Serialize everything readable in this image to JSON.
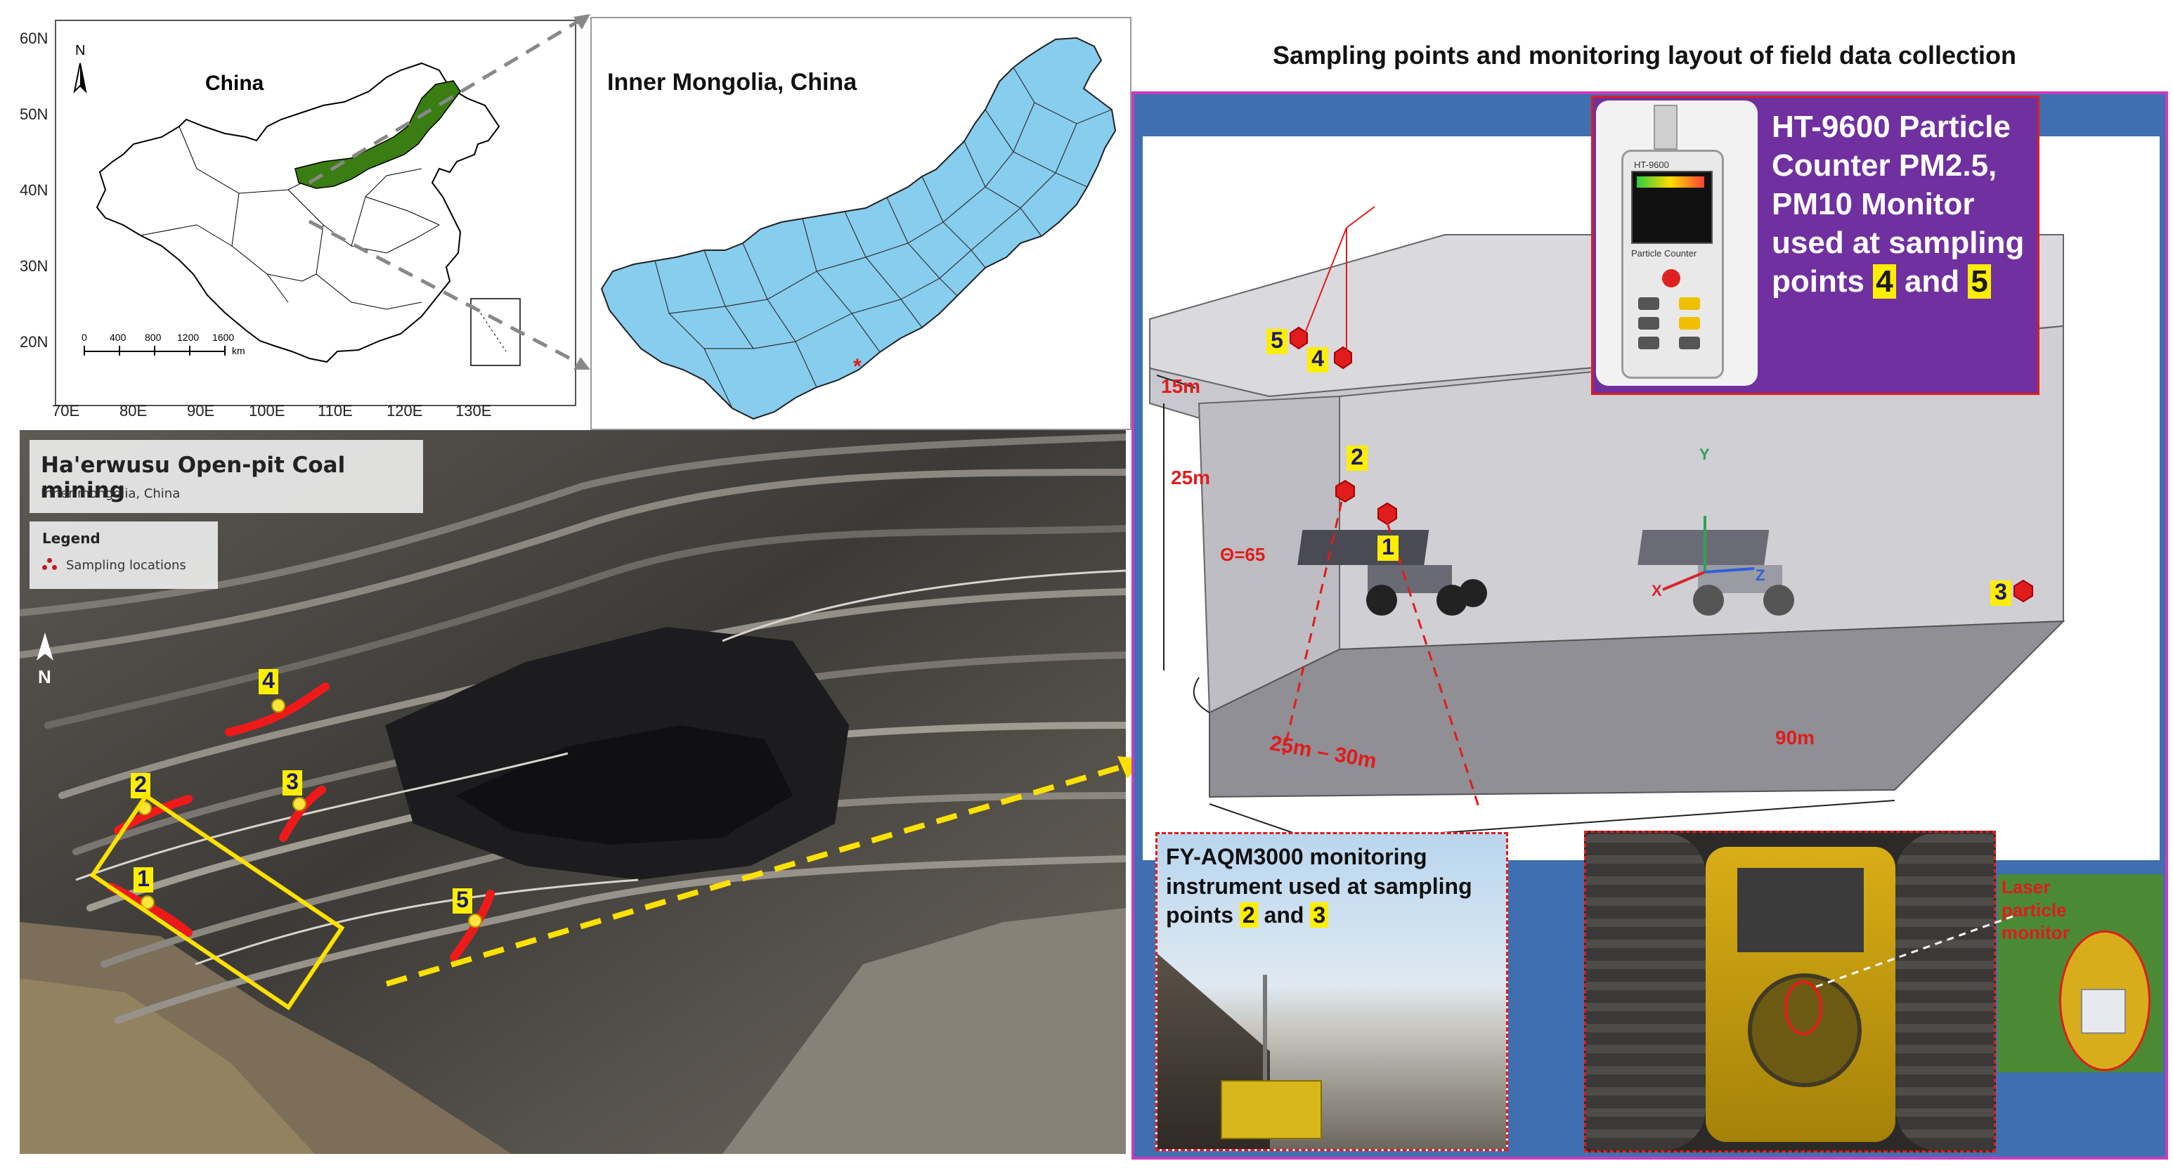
{
  "figure_title": "Sampling points and monitoring layout of field data collection",
  "china_map": {
    "title": "China",
    "north_label": "N",
    "lat_ticks": [
      "60N",
      "50N",
      "40N",
      "30N",
      "20N"
    ],
    "lon_ticks": [
      "70E",
      "80E",
      "90E",
      "100E",
      "110E",
      "120E",
      "130E"
    ],
    "scale_ticks": [
      "0",
      "400",
      "800",
      "1200",
      "1600"
    ],
    "scale_unit": "km",
    "highlight_color": "#3a7d12"
  },
  "mongolia_map": {
    "title": "Inner Mongolia, China",
    "fill_color": "#87cdee",
    "marker": "*"
  },
  "mine_photo": {
    "title": "Ha'erwusu Open-pit Coal mining",
    "subtitle": "Inner-mongolia, China",
    "legend_title": "Legend",
    "legend_item": "Sampling locations",
    "north_label": "N",
    "points": [
      "1",
      "2",
      "3",
      "4",
      "5"
    ]
  },
  "scene": {
    "device_top": {
      "text": "HT-9600 Particle Counter PM2.5, PM10 Monitor used at sampling points",
      "pt_a": "4",
      "joiner": "and",
      "pt_b": "5",
      "device_screen": "HT-9600",
      "device_brand": "Particle Counter"
    },
    "dimensions": {
      "width_top": "15m",
      "height": "25m",
      "angle": "Θ=65",
      "width_bottom": "25m – 30m",
      "length": "90m"
    },
    "axes": {
      "x": "X",
      "y": "Y",
      "z": "Z"
    },
    "points": {
      "p1": "1",
      "p2": "2",
      "p3": "3",
      "p4": "4",
      "p5": "5"
    },
    "fy_box": {
      "text": "FY-AQM3000 monitoring instrument used at sampling points",
      "pt_a": "2",
      "joiner": "and",
      "pt_b": "3"
    },
    "laser_label": "Laser particle monitor"
  },
  "colors": {
    "frame": "#c83cc0",
    "scene_bg": "#3f6fb0",
    "device_box": "#7030a0",
    "point_red": "#e01c1c",
    "highlight": "#ffee00"
  }
}
